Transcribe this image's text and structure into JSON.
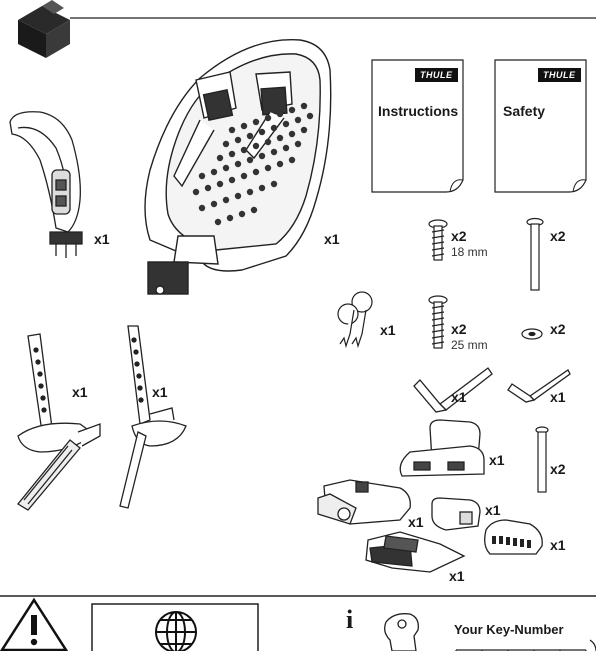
{
  "brand": "THULE",
  "booklets": {
    "instructions": "Instructions",
    "safety": "Safety"
  },
  "parts": {
    "armrest_qty": "x1",
    "seat_qty": "x1",
    "screw_short_qty": "x2",
    "screw_short_len": "18 mm",
    "rod_qty": "x2",
    "keys_qty": "x1",
    "screw_long_qty": "x2",
    "screw_long_len": "25 mm",
    "washer_qty": "x2",
    "footrest_left_qty": "x1",
    "footrest_right_qty": "x1",
    "allen_large_qty": "x1",
    "allen_small_qty": "x1",
    "mount_qty": "x1",
    "pin_qty": "x2",
    "bracket_qty": "x1",
    "clip_qty": "x1",
    "buckle_qty": "x1",
    "block_qty": "x1"
  },
  "footer": {
    "info_icon_text": "i",
    "key_number_title": "Your Key-Number"
  }
}
